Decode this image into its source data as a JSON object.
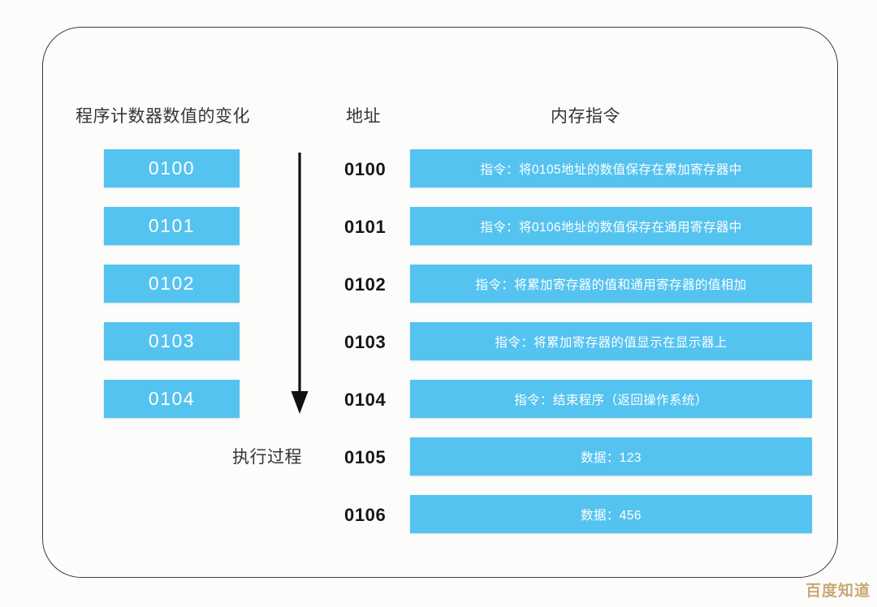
{
  "figure": {
    "background_color": "#fcfcfb",
    "frame_border_color": "#3a3a3a",
    "accent_color": "#55c3f0",
    "box_text_color": "#ffffff",
    "address_text_color": "#161616",
    "header_text_color": "#353535",
    "watermark_color": "#c9a978"
  },
  "headers": {
    "counter": "程序计数器数值的变化",
    "address": "地址",
    "memory": "内存指令"
  },
  "flow": {
    "arrow_direction": "down",
    "arrow_label": "执行过程"
  },
  "program_counter_values": [
    {
      "value": "0100"
    },
    {
      "value": "0101"
    },
    {
      "value": "0102"
    },
    {
      "value": "0103"
    },
    {
      "value": "0104"
    }
  ],
  "memory_rows": [
    {
      "address": "0100",
      "content": "指令：将0105地址的数值保存在累加寄存器中"
    },
    {
      "address": "0101",
      "content": "指令：将0106地址的数值保存在通用寄存器中"
    },
    {
      "address": "0102",
      "content": "指令：将累加寄存器的值和通用寄存器的值相加"
    },
    {
      "address": "0103",
      "content": "指令：将累加寄存器的值显示在显示器上"
    },
    {
      "address": "0104",
      "content": "指令：结束程序（返回操作系统）"
    },
    {
      "address": "0105",
      "content": "数据：123"
    },
    {
      "address": "0106",
      "content": "数据：456"
    }
  ],
  "watermark": "百度知道"
}
